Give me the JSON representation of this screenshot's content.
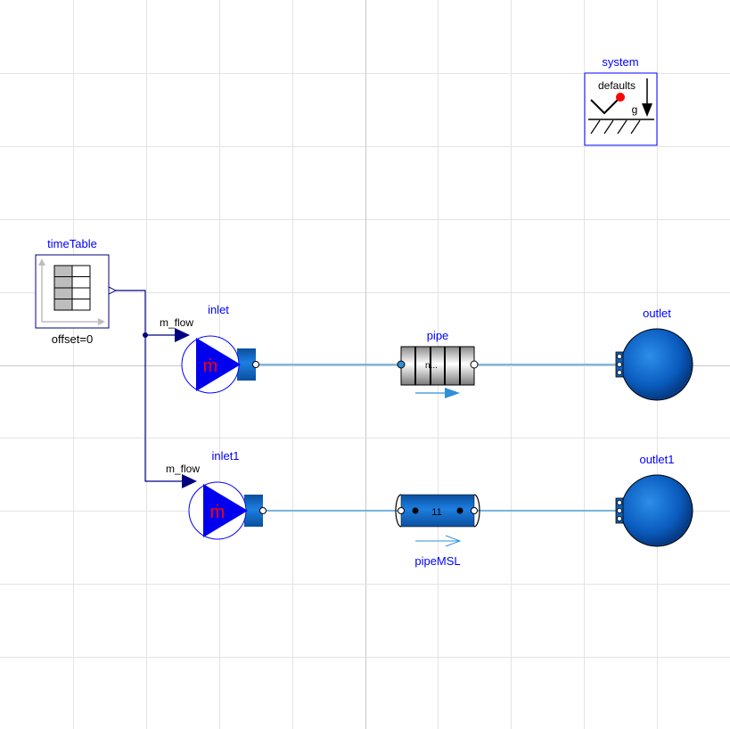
{
  "diagram": {
    "components": {
      "system": {
        "label": "system",
        "inner_text": "defaults",
        "gravity_symbol": "g"
      },
      "timeTable": {
        "label": "timeTable",
        "parameter": "offset=0"
      },
      "inlet": {
        "label": "inlet",
        "input_label": "m_flow",
        "symbol": "ṁ"
      },
      "inlet1": {
        "label": "inlet1",
        "input_label": "m_flow",
        "symbol": "ṁ"
      },
      "pipe": {
        "label": "pipe",
        "inner_text": "n..."
      },
      "pipeMSL": {
        "label": "pipeMSL",
        "inner_text": "11"
      },
      "outlet": {
        "label": "outlet"
      },
      "outlet1": {
        "label": "outlet1"
      }
    },
    "colors": {
      "label": "#0000ff",
      "connection": "#2f8fd8",
      "signal": "#000080",
      "source_fill": "#0000e0",
      "blue_component": "#1060b8",
      "grid": "#e4e4e4",
      "axis": "#c8c8c8"
    }
  }
}
